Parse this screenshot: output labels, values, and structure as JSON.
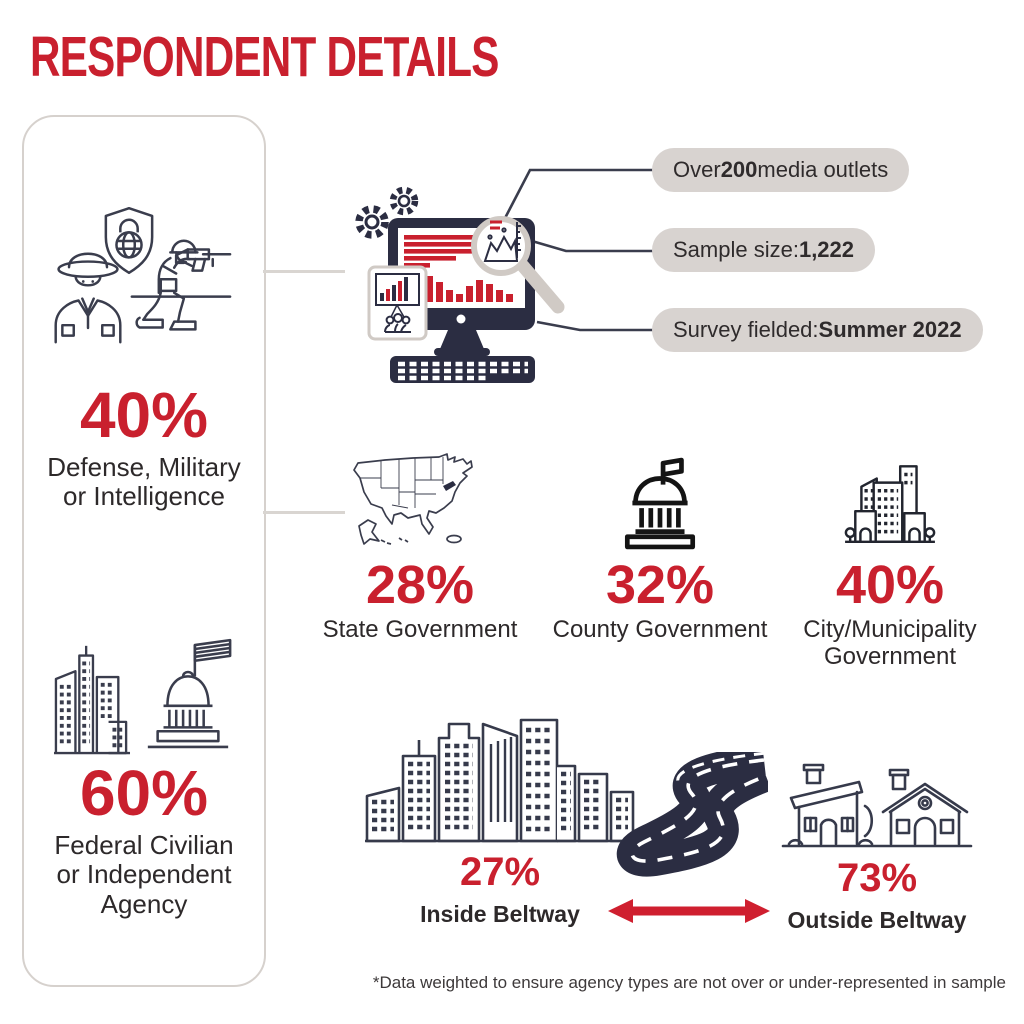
{
  "title": "RESPONDENT DETAILS",
  "footnote": "*Data weighted to ensure agency types are not over or under-represented in sample",
  "colors": {
    "accent_red": "#c9202e",
    "dark_navy": "#2b2d42",
    "icon_line": "#3a3d4d",
    "pill_gray": "#d8d3d0",
    "panel_border": "#d6d1cd",
    "text_dark": "#2d292a"
  },
  "survey_facts": [
    {
      "prefix": "Over ",
      "bold": "200",
      "suffix": " media outlets"
    },
    {
      "prefix": "Sample size: ",
      "bold": "1,222",
      "suffix": ""
    },
    {
      "prefix": "Survey fielded: ",
      "bold": "Summer 2022",
      "suffix": ""
    }
  ],
  "agency_split": [
    {
      "value": "40%",
      "label": "Defense, Military or Intelligence",
      "icons": [
        "shield-globe-icon",
        "spy-icon",
        "soldier-icon"
      ]
    },
    {
      "value": "60%",
      "label": "Federal Civilian or Independent Agency",
      "icons": [
        "skyscrapers-icon",
        "us-capitol-icon"
      ]
    }
  ],
  "government_levels": [
    {
      "value": "28%",
      "label": "State Government",
      "icon": "us-map-icon"
    },
    {
      "value": "32%",
      "label": "County Government",
      "icon": "county-building-icon"
    },
    {
      "value": "40%",
      "label": "City/Municipality Government",
      "icon": "city-buildings-icon"
    }
  ],
  "beltway_split": [
    {
      "value": "27%",
      "label": "Inside Beltway",
      "icon": "city-skyline-icon"
    },
    {
      "value": "73%",
      "label": "Outside Beltway",
      "icon": "houses-icon"
    }
  ],
  "chart_data": [
    {
      "type": "pie",
      "title": "Agency type",
      "categories": [
        "Defense, Military or Intelligence",
        "Federal Civilian or Independent Agency"
      ],
      "values": [
        40,
        60
      ]
    },
    {
      "type": "pie",
      "title": "State & local government level",
      "categories": [
        "State Government",
        "County Government",
        "City/Municipality Government"
      ],
      "values": [
        28,
        32,
        40
      ]
    },
    {
      "type": "pie",
      "title": "Location relative to Beltway",
      "categories": [
        "Inside Beltway",
        "Outside Beltway"
      ],
      "values": [
        27,
        73
      ]
    },
    {
      "type": "table",
      "title": "Survey facts",
      "categories": [
        "Media outlets",
        "Sample size",
        "Survey fielded"
      ],
      "values": [
        "Over 200",
        "1,222",
        "Summer 2022"
      ]
    }
  ]
}
